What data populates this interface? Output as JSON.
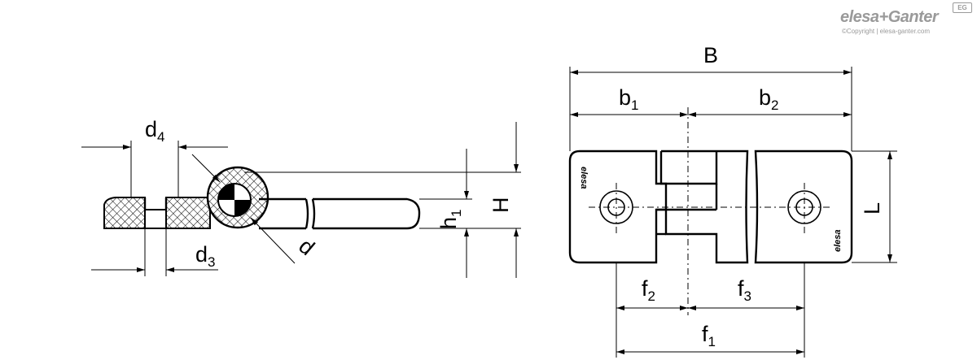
{
  "brand": {
    "name": "elesa+Ganter",
    "badge": "EG",
    "copyright": "©Copyright | elesa-ganter.com"
  },
  "side_view": {
    "dimensions": {
      "d4": {
        "main": "d",
        "sub": "4"
      },
      "d3": {
        "main": "d",
        "sub": "3"
      },
      "d": {
        "main": "d",
        "sub": ""
      },
      "h1": {
        "main": "h",
        "sub": "1"
      },
      "H": {
        "main": "H",
        "sub": ""
      }
    }
  },
  "top_view": {
    "logo_text": "elesa",
    "dimensions": {
      "B": {
        "main": "B",
        "sub": ""
      },
      "b1": {
        "main": "b",
        "sub": "1"
      },
      "b2": {
        "main": "b",
        "sub": "2"
      },
      "L": {
        "main": "L",
        "sub": ""
      },
      "f1": {
        "main": "f",
        "sub": "1"
      },
      "f2": {
        "main": "f",
        "sub": "2"
      },
      "f3": {
        "main": "f",
        "sub": "3"
      }
    }
  }
}
